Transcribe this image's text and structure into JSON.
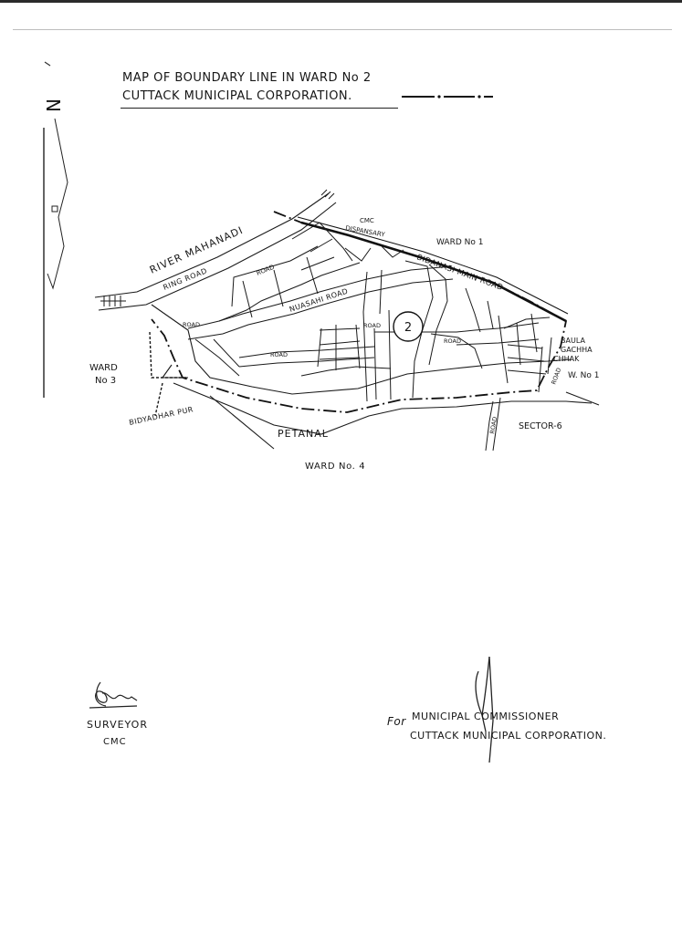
{
  "document": {
    "title_line1": "MAP OF BOUNDARY LINE IN WARD No 2",
    "title_line2": "CUTTACK MUNICIPAL CORPORATION."
  },
  "map": {
    "compass_letter": "N",
    "ward_number": "2",
    "labels": {
      "river": "RIVER MAHANADI",
      "ring_road": "RING ROAD",
      "road": "ROAD",
      "cmc": "CMC",
      "dispensary": "DISPANSARY",
      "ward_1_top": "WARD No 1",
      "bidanasi_main_road": "BIDANASI MAIN ROAD",
      "nuasahi_road": "NUASAHI ROAD",
      "baula": "BAULA",
      "gachha": "GACHHA",
      "chhak": "CHHAK",
      "ward_1_short": "W. No 1",
      "ward_3_a": "WARD",
      "ward_3_b": "No 3",
      "bidyadharpur": "BIDYADHAR PUR",
      "petanal": "PETANAL",
      "sector_6": "SECTOR-6",
      "ward_4": "WARD No. 4"
    }
  },
  "signatures": {
    "surveyor_title": "SURVEYOR",
    "surveyor_org": "CMC",
    "for_text": "For",
    "commissioner_title": "MUNICIPAL COMMISSIONER",
    "commissioner_org": "CUTTACK MUNICIPAL CORPORATION."
  }
}
